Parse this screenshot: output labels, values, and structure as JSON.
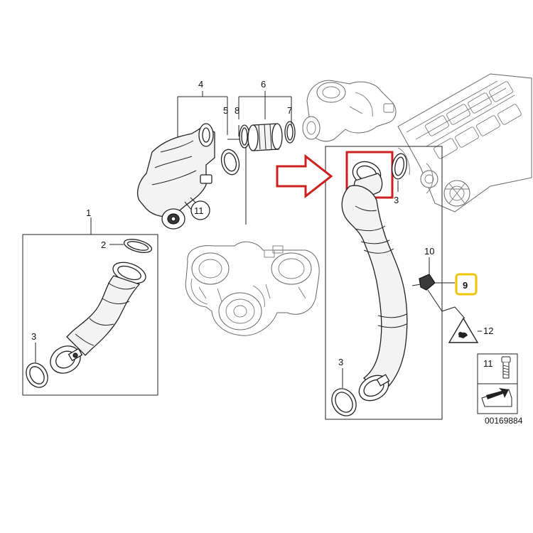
{
  "diagram": {
    "callouts": {
      "c1": "1",
      "c2": "2",
      "c3a": "3",
      "c3b": "3",
      "c3c": "3",
      "c4": "4",
      "c5": "5",
      "c6": "6",
      "c7": "7",
      "c8": "8",
      "c9": "9",
      "c10": "10",
      "c11": "11",
      "c12": "12",
      "c11b": "11"
    },
    "part_number": "00169884"
  },
  "colors": {
    "highlight_red": "#cc1f1f",
    "highlight_yellow": "#f2c200",
    "line": "#222222"
  },
  "icons": [
    "right-arrow-icon",
    "warning-triangle-icon",
    "bolt-icon"
  ]
}
